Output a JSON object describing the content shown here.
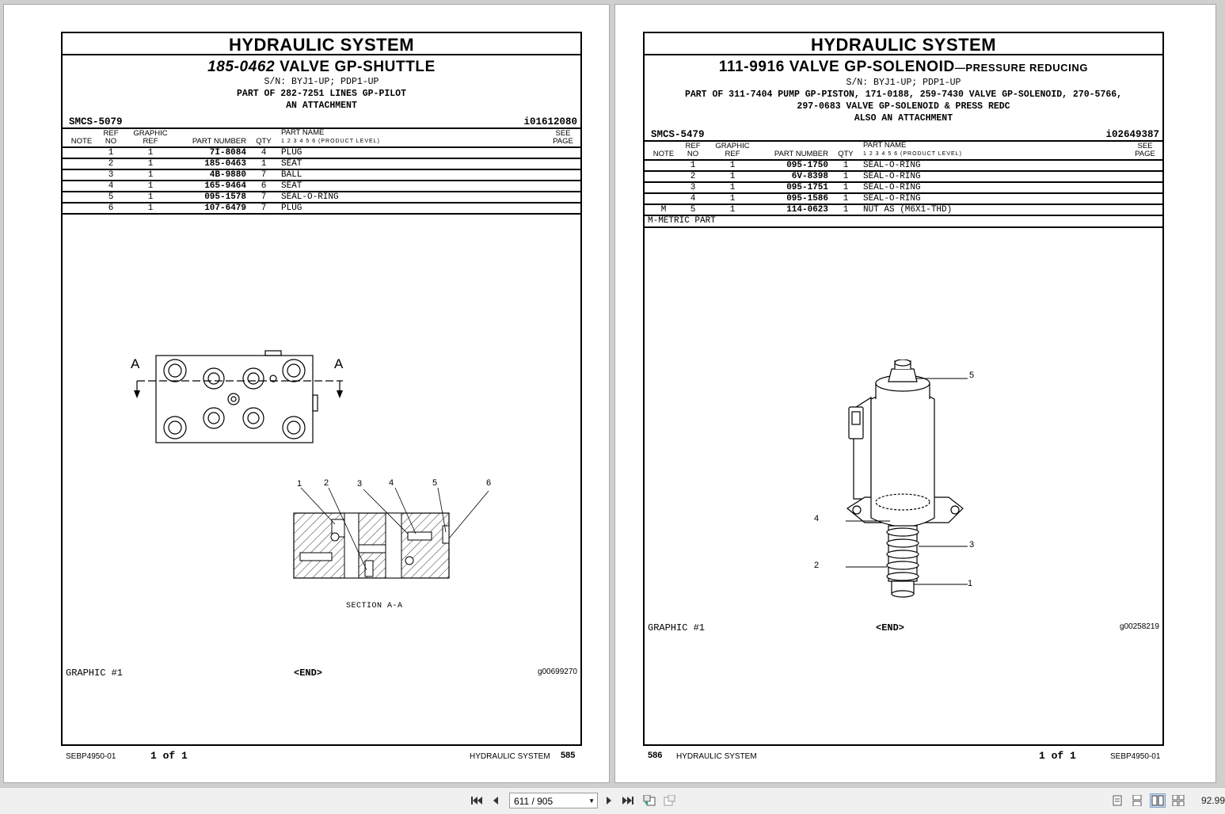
{
  "left_page": {
    "header": "HYDRAULIC SYSTEM",
    "part_number_title": "185-0462",
    "part_name_title": "VALVE GP-SHUTTLE",
    "serial": "S/N: BYJ1-UP; PDP1-UP",
    "part_of_lines": [
      "PART OF 282-7251 LINES GP-PILOT",
      "AN ATTACHMENT"
    ],
    "smcs": "SMCS-5079",
    "doc_id": "i01612080",
    "columns": {
      "note": "NOTE",
      "ref_no": [
        "REF",
        "NO"
      ],
      "graphic_ref": [
        "GRAPHIC",
        "REF"
      ],
      "part_number": "PART NUMBER",
      "qty": "QTY",
      "part_name": "PART NAME",
      "levels": "1 2 3 4 5 6 (PRODUCT LEVEL)",
      "see_page": [
        "SEE",
        "PAGE"
      ]
    },
    "rows": [
      {
        "note": "",
        "ref": "1",
        "graphic": "1",
        "pn": "7I-8084",
        "qty": "4",
        "name": "PLUG"
      },
      {
        "note": "",
        "ref": "2",
        "graphic": "1",
        "pn": "185-0463",
        "qty": "1",
        "name": "SEAT"
      },
      {
        "note": "",
        "ref": "3",
        "graphic": "1",
        "pn": "4B-9880",
        "qty": "7",
        "name": "BALL"
      },
      {
        "note": "",
        "ref": "4",
        "graphic": "1",
        "pn": "165-9464",
        "qty": "6",
        "name": "SEAT"
      },
      {
        "note": "",
        "ref": "5",
        "graphic": "1",
        "pn": "095-1578",
        "qty": "7",
        "name": "SEAL-O-RING"
      },
      {
        "note": "",
        "ref": "6",
        "graphic": "1",
        "pn": "107-6479",
        "qty": "7",
        "name": "PLUG"
      }
    ],
    "diagram": {
      "section_mark": "A",
      "section_label": "SECTION A-A",
      "callouts": [
        "1",
        "2",
        "3",
        "4",
        "5",
        "6"
      ]
    },
    "graphic_label": "GRAPHIC #1",
    "end_label": "<END>",
    "graphic_id": "g00699270",
    "footer": {
      "doc": "SEBP4950-01",
      "page_of": "1 of 1",
      "section": "HYDRAULIC SYSTEM",
      "page": "585"
    }
  },
  "right_page": {
    "header": "HYDRAULIC SYSTEM",
    "part_number_title": "111-9916",
    "part_name_title": "VALVE GP-SOLENOID",
    "part_name_suffix": "—PRESSURE REDUCING",
    "serial": "S/N: BYJ1-UP; PDP1-UP",
    "part_of_lines": [
      "PART OF 311-7404 PUMP GP-PISTON, 171-0188, 259-7430 VALVE GP-SOLENOID, 270-5766,",
      "297-0683 VALVE GP-SOLENOID & PRESS REDC",
      "ALSO AN ATTACHMENT"
    ],
    "smcs": "SMCS-5479",
    "doc_id": "i02649387",
    "columns": {
      "note": "NOTE",
      "ref_no": [
        "REF",
        "NO"
      ],
      "graphic_ref": [
        "GRAPHIC",
        "REF"
      ],
      "part_number": "PART NUMBER",
      "qty": "QTY",
      "part_name": "PART NAME",
      "levels": "1 2 3 4 5 6 (PRODUCT LEVEL)",
      "see_page": [
        "SEE",
        "PAGE"
      ]
    },
    "rows": [
      {
        "note": "",
        "ref": "1",
        "graphic": "1",
        "pn": "095-1750",
        "qty": "1",
        "name": "SEAL-O-RING"
      },
      {
        "note": "",
        "ref": "2",
        "graphic": "1",
        "pn": "6V-8398",
        "qty": "1",
        "name": "SEAL-O-RING"
      },
      {
        "note": "",
        "ref": "3",
        "graphic": "1",
        "pn": "095-1751",
        "qty": "1",
        "name": "SEAL-O-RING"
      },
      {
        "note": "",
        "ref": "4",
        "graphic": "1",
        "pn": "095-1586",
        "qty": "1",
        "name": "SEAL-O-RING"
      },
      {
        "note": "M",
        "ref": "5",
        "graphic": "1",
        "pn": "114-0623",
        "qty": "1",
        "name": "NUT AS (M6X1-THD)"
      }
    ],
    "metric_note": "M-METRIC PART",
    "diagram": {
      "callouts": [
        "5",
        "4",
        "3",
        "2",
        "1"
      ]
    },
    "graphic_label": "GRAPHIC #1",
    "end_label": "<END>",
    "graphic_id": "g00258219",
    "footer": {
      "page": "586",
      "section": "HYDRAULIC SYSTEM",
      "page_of": "1 of 1",
      "doc": "SEBP4950-01"
    }
  },
  "toolbar": {
    "page_indicator": "611 / 905",
    "zoom": "92.99",
    "icons": [
      "first-page-icon",
      "prev-page-icon",
      "next-page-icon",
      "last-page-icon",
      "back-view-icon",
      "forward-view-icon",
      "single-page-icon",
      "continuous-icon",
      "facing-icon",
      "continuous-facing-icon"
    ]
  }
}
